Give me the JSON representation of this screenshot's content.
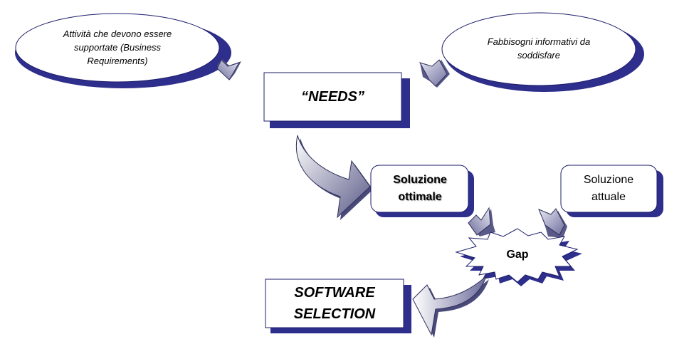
{
  "diagram": {
    "ellipse_left": {
      "text": "Attività che devono essere supportate (Business Requirements)"
    },
    "ellipse_right": {
      "text": "Fabbisogni informativi da soddisfare"
    },
    "needs_box": {
      "text": "“NEEDS”"
    },
    "box_optimal": {
      "text": "Soluzione ottimale"
    },
    "box_current": {
      "text": "Soluzione attuale"
    },
    "gap": {
      "text": "Gap"
    },
    "software_box": {
      "text": "SOFTWARE SELECTION"
    }
  },
  "colors": {
    "shadow": "#2e2e8c",
    "outline": "#1c1c6a",
    "arrow_dark": "#6d6d9c",
    "arrow_light": "#ffffff",
    "background": "#ffffff"
  }
}
